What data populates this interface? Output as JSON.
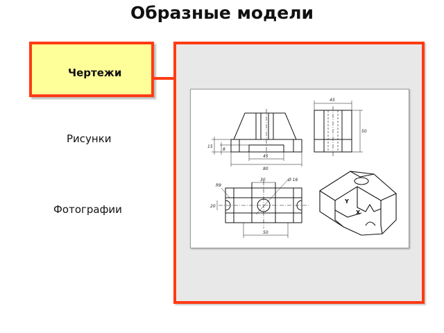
{
  "slide": {
    "title": "Образные модели"
  },
  "menu": {
    "items": [
      {
        "label": "Чертежи",
        "active": true
      },
      {
        "label": "Рисунки",
        "active": false
      },
      {
        "label": "Фотографии",
        "active": false
      }
    ]
  },
  "drawing": {
    "dimensions": {
      "top_width": "45",
      "front_inner": "45",
      "front_overall": "80",
      "front_height_left": "15",
      "front_height_small": "8",
      "side_height": "50",
      "plan_top": "30",
      "plan_radius": "R9",
      "plan_hole": "Ø 16",
      "plan_left": "20",
      "plan_bottom": "50",
      "axis_y": "Y",
      "axis_x": "X"
    }
  },
  "colors": {
    "accent": "#ff3b14",
    "active_fill": "#ffff99",
    "panel_bg": "#e8e8e8"
  }
}
